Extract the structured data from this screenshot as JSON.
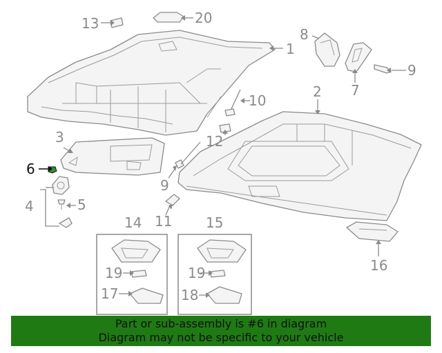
{
  "callouts": {
    "c1": "1",
    "c2": "2",
    "c3": "3",
    "c4": "4",
    "c5": "5",
    "c6": "6",
    "c7": "7",
    "c8": "8",
    "c9a": "9",
    "c9b": "9",
    "c10": "10",
    "c11": "11",
    "c12": "12",
    "c13": "13",
    "c14": "14",
    "c15": "15",
    "c16": "16",
    "c17": "17",
    "c18": "18",
    "c19a": "19",
    "c19b": "19",
    "c20": "20"
  },
  "highlighted_part": "6",
  "colors": {
    "highlight": "#2f8f2f",
    "banner_bg": "#1f7a14",
    "line": "#8a8a8a"
  },
  "banner": {
    "line1": "Part or sub-assembly is #6 in diagram",
    "line2": "Diagram may not be specific to your vehicle"
  }
}
